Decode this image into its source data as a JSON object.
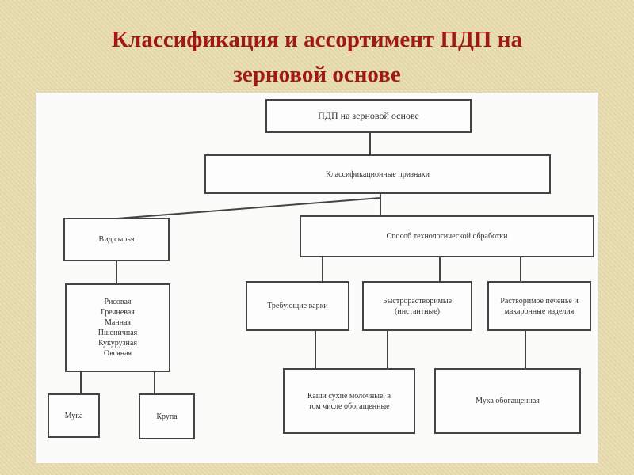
{
  "title": {
    "line1": "Классификация и ассортимент ПДП на",
    "line2": "зерновой основе"
  },
  "diagram": {
    "root": "ПДП на зерновой основе",
    "criteria": "Классификационные признаки",
    "raw_type": "Вид сырья",
    "processing": "Способ технологической обработки",
    "grains": [
      "Рисовая",
      "Гречневая",
      "Манная",
      "Пшеничная",
      "Кукурузная",
      "Овсяная"
    ],
    "flour": "Мука",
    "groats": "Крупа",
    "cooking_required": "Требующие варки",
    "instant": "Быстрорастворимые (инстантные)",
    "soluble": "Растворимое печенье и макаронные изделия",
    "dry_porridge": "Каши сухие молочные, в том числе обогащенные",
    "fortified_flour": "Мука обогащенная"
  }
}
